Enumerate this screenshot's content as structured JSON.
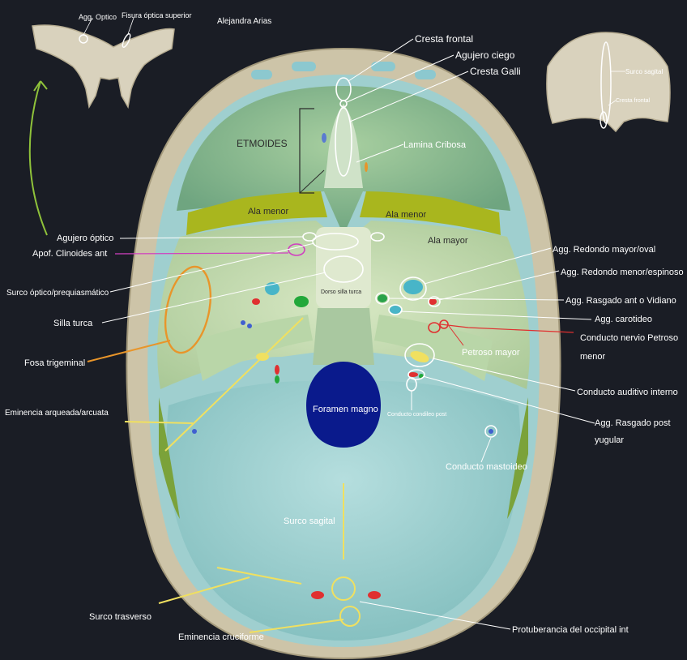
{
  "author": "Alejandra Arias",
  "colors": {
    "background": "#1a1d25",
    "bone_rim": "#d6cdb4",
    "frontal_fossa": "#8fbf8a",
    "middle_fossa": "#c5dcb0",
    "posterior_fossa": "#9ed0d0",
    "lesser_wing": "#a9b61e",
    "foramen_magnum": "#0a1a8c",
    "label_line": "#ffffff",
    "yellow_marker": "#f0e060",
    "orange_marker": "#e8952a",
    "red_marker": "#e03030",
    "pink_marker": "#d040c0",
    "green_arrow": "#8fc23a"
  },
  "inset_left": {
    "labels": [
      "Agg. Optico",
      "Fisura óptica superior"
    ]
  },
  "inset_right": {
    "labels": [
      "Surco sagital",
      "Cresta frontal"
    ]
  },
  "regions": {
    "etmoides": "ETMOIDES",
    "ala_menor_left": "Ala menor",
    "ala_menor_right": "Ala menor",
    "ala_mayor": "Ala mayor",
    "dorso_silla": "Dorso silla turca",
    "foramen_magno": "Foramen magno",
    "conducto_condileo": "Conducto condileo post",
    "surco_sagital": "Surco sagital"
  },
  "labels": {
    "cresta_frontal": "Cresta frontal",
    "agujero_ciego": "Agujero ciego",
    "cresta_galli": "Cresta Galli",
    "lamina_cribosa": "Lamina Cribosa",
    "agujero_optico": "Agujero óptico",
    "apof_clinoides": "Apof. Clinoides ant",
    "surco_optico": "Surco óptico/prequiasmático",
    "silla_turca": "Silla turca",
    "fosa_trigeminal": "Fosa trigeminal",
    "eminencia_arqueada": "Eminencia arqueada/arcuata",
    "agg_redondo_mayor": "Agg. Redondo mayor/oval",
    "agg_redondo_menor": "Agg. Redondo menor/espinoso",
    "agg_rasgado_ant": "Agg. Rasgado ant o Vidiano",
    "agg_carotideo": "Agg. carotideo",
    "conducto_petroso_1": "Conducto nervio Petroso",
    "conducto_petroso_2": "menor",
    "petroso_mayor": "Petroso mayor",
    "conducto_auditivo": "Conducto auditivo interno",
    "agg_rasgado_post_1": "Agg. Rasgado post",
    "agg_rasgado_post_2": "yugular",
    "conducto_mastoideo": "Conducto mastoideo",
    "surco_transverso": "Surco trasverso",
    "eminencia_cruciforme": "Eminencia cruciforme",
    "protuberancia": "Protuberancia del occipital int"
  }
}
